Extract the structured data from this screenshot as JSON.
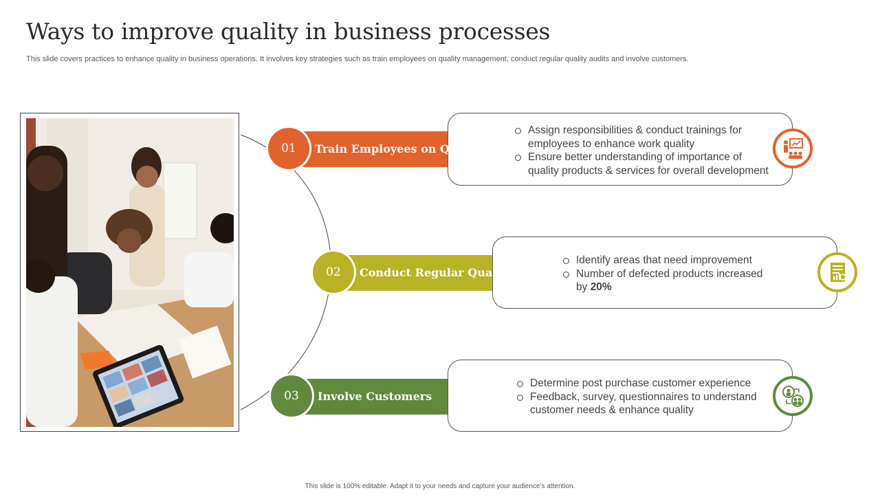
{
  "slide": {
    "title": "Ways to improve quality in business processes",
    "subtitle": "This slide covers practices to enhance quality in business operations. It involves key strategies such as train employees on quality management, conduct regular quality audits and involve customers.",
    "footer": "This slide is 100% editable. Adapt it to your needs and capture your audience’s attention."
  },
  "colors": {
    "step1": "#e2622b",
    "step2": "#b8b324",
    "step3": "#5f8a3d"
  },
  "steps": [
    {
      "number": "01",
      "label": "Train Employees on Quality",
      "icon": "presentation-training-icon",
      "bullets": [
        "Assign responsibilities & conduct trainings for employees to enhance work quality",
        "Ensure better understanding of importance of quality products & services for overall development"
      ]
    },
    {
      "number": "02",
      "label": "Conduct Regular Quality Audits",
      "icon": "audit-report-icon",
      "bullets": [
        "Identify areas that need improvement",
        "Number of defected products increased by"
      ],
      "highlight": "20%"
    },
    {
      "number": "03",
      "label": "Involve Customers",
      "icon": "customer-involvement-icon",
      "bullets": [
        "Determine post purchase customer experience",
        "Feedback, survey, questionnaires to understand customer needs & enhance quality"
      ]
    }
  ]
}
